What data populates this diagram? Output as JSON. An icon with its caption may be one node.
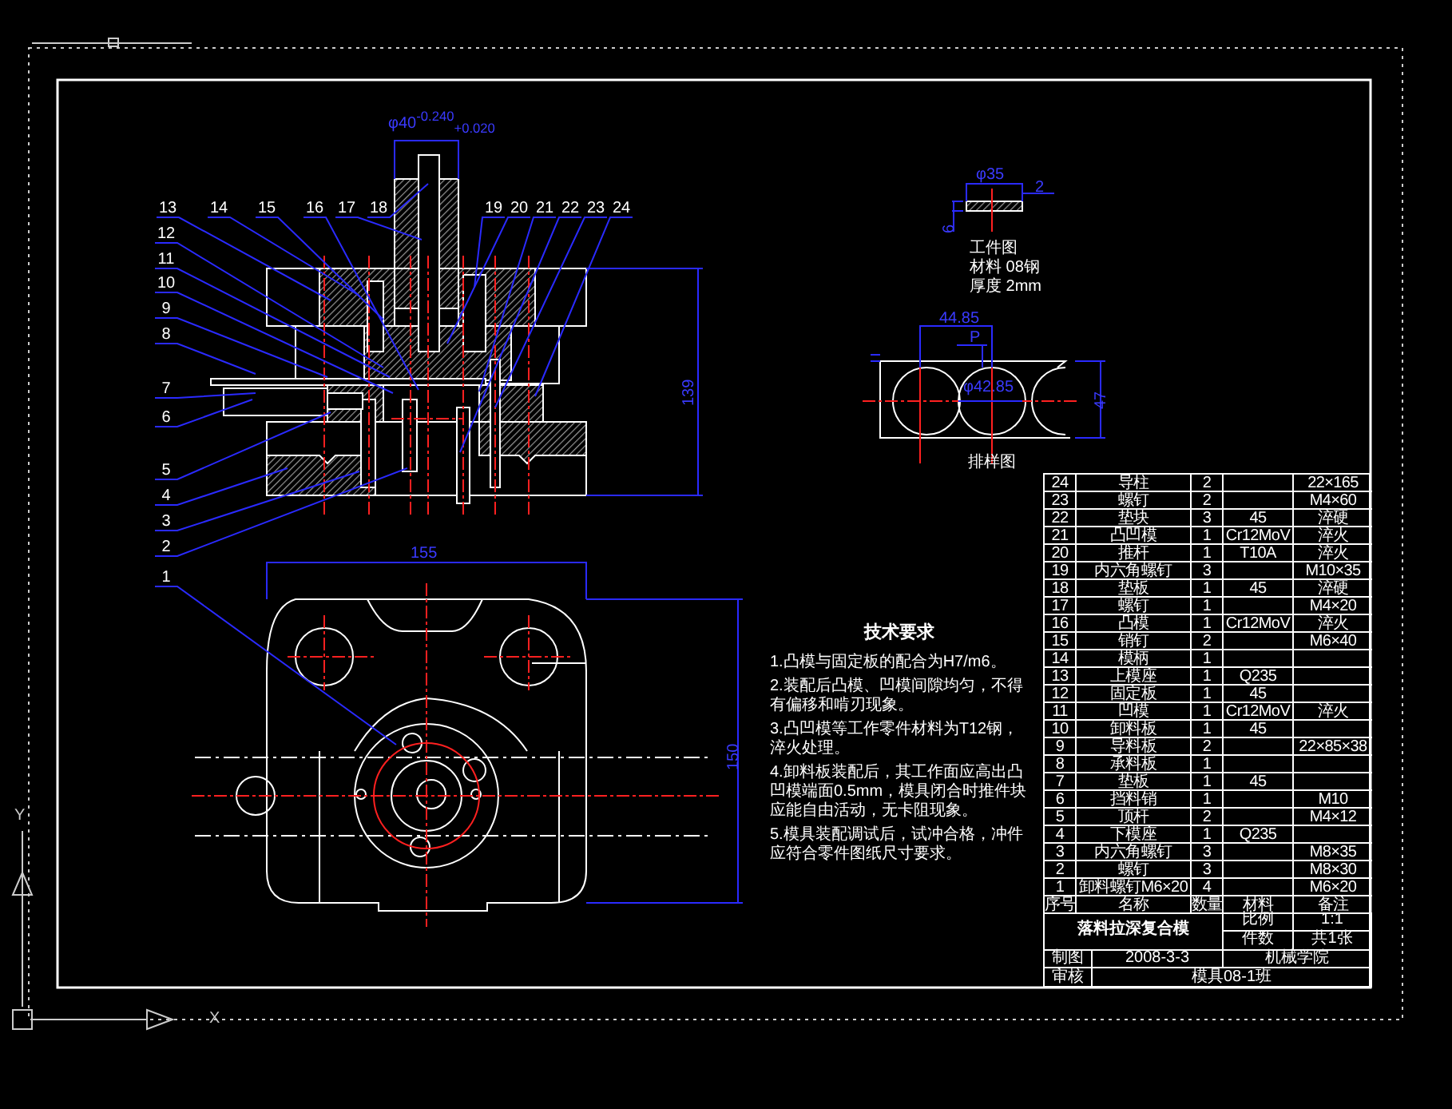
{
  "diagram": {
    "nodes": [
      {
        "text": [
          "13"
        ]
      },
      {
        "text": [
          "14"
        ]
      },
      {
        "text": [
          "15"
        ]
      },
      {
        "text": [
          "16"
        ]
      },
      {
        "text": [
          "17"
        ]
      },
      {
        "text": [
          "18"
        ]
      },
      {
        "text": [
          "19"
        ]
      },
      {
        "text": [
          "20"
        ]
      },
      {
        "text": [
          "21"
        ]
      },
      {
        "text": [
          "22"
        ]
      },
      {
        "text": [
          "23"
        ]
      },
      {
        "text": [
          "24"
        ]
      },
      {
        "text": [
          "12"
        ]
      },
      {
        "text": [
          "11"
        ]
      },
      {
        "text": [
          "10"
        ]
      },
      {
        "text": [
          "9"
        ]
      },
      {
        "text": [
          "8"
        ]
      },
      {
        "text": [
          "7"
        ]
      },
      {
        "text": [
          "6"
        ]
      },
      {
        "text": [
          "5"
        ]
      },
      {
        "text": [
          "4"
        ]
      },
      {
        "text": [
          "3"
        ]
      },
      {
        "text": [
          "2"
        ]
      },
      {
        "text": [
          "1"
        ]
      }
    ],
    "edges": [
      {
        "from": 0,
        "to": null,
        "arrow": "none"
      },
      {
        "from": 1,
        "to": null,
        "arrow": "none"
      },
      {
        "from": 2,
        "to": null,
        "arrow": "none"
      },
      {
        "from": 3,
        "to": null,
        "arrow": "none"
      },
      {
        "from": 4,
        "to": null,
        "arrow": "none"
      },
      {
        "from": 5,
        "to": null,
        "arrow": "none"
      },
      {
        "from": 6,
        "to": null,
        "arrow": "none"
      },
      {
        "from": 7,
        "to": null,
        "arrow": "none"
      },
      {
        "from": 8,
        "to": null,
        "arrow": "none"
      },
      {
        "from": 9,
        "to": null,
        "arrow": "none"
      },
      {
        "from": 10,
        "to": null,
        "arrow": "none"
      },
      {
        "from": 11,
        "to": null,
        "arrow": "none"
      },
      {
        "from": 12,
        "to": null,
        "arrow": "none"
      },
      {
        "from": 13,
        "to": null,
        "arrow": "none"
      },
      {
        "from": 14,
        "to": null,
        "arrow": "none"
      },
      {
        "from": 15,
        "to": null,
        "arrow": "none"
      },
      {
        "from": 16,
        "to": null,
        "arrow": "none"
      },
      {
        "from": 17,
        "to": null,
        "arrow": "none"
      },
      {
        "from": 18,
        "to": null,
        "arrow": "none"
      },
      {
        "from": 19,
        "to": null,
        "arrow": "none"
      },
      {
        "from": 20,
        "to": null,
        "arrow": "none"
      },
      {
        "from": 21,
        "to": null,
        "arrow": "none"
      },
      {
        "from": 22,
        "to": null,
        "arrow": "none"
      },
      {
        "from": 23,
        "to": null,
        "arrow": "none"
      }
    ],
    "labels": [
      "φ40$^{-0.240}$$_{+0.020}$",
      "139",
      "155",
      "150",
      "φ35",
      "2",
      "6",
      "工件图",
      "材料 08钢",
      "厚度 2mm",
      "44.85",
      "P",
      "φ42.85",
      "47",
      "排样图",
      "技术要求",
      "1.凸模与固定板的配合为H7/m6。",
      "2.装配后凸模、凹模间隙均匀，不得有偏移和啃刃现象。",
      "3.凸凹模等工作零件材料为T12钢，淬火处理。",
      "4.卸料板装配后，其工作面应高出凸凹模端面0.5mm，模具闭合时推件块应能自由活动，无卡阻现象。",
      "5.模具装配调试后，试冲合格，冲件应符合零件图纸尺寸要求。",
      "24",
      "导柱",
      "2",
      "22×165",
      "23",
      "螺钉",
      "2",
      "M4×60",
      "22",
      "垫块",
      "3",
      "45",
      "淬硬",
      "21",
      "凸凹模",
      "1",
      "Cr12MoV",
      "淬火",
      "20",
      "推杆",
      "1",
      "T10A",
      "淬火",
      "19",
      "内六角螺钉",
      "3",
      "M10×35",
      "18",
      "垫板",
      "1",
      "45",
      "淬硬",
      "17",
      "螺钉",
      "1",
      "M4×20",
      "16",
      "凸模",
      "1",
      "Cr12MoV",
      "淬火",
      "15",
      "销钉",
      "2",
      "M6×40",
      "14",
      "模柄",
      "1",
      "13",
      "上模座",
      "1",
      "Q235",
      "12",
      "固定板",
      "1",
      "45",
      "11",
      "凹模",
      "1",
      "Cr12MoV",
      "淬火",
      "10",
      "卸料板",
      "1",
      "45",
      "9",
      "导料板",
      "2",
      "22×85×38",
      "8",
      "承料板",
      "1",
      "7",
      "垫板",
      "1",
      "45",
      "6",
      "挡料销",
      "1",
      "M10",
      "5",
      "顶杆",
      "2",
      "M4×12",
      "4",
      "下模座",
      "1",
      "Q235",
      "3",
      "内六角螺钉",
      "3",
      "M8×35",
      "2",
      "螺钉",
      "3",
      "M8×30",
      "1",
      "卸料螺钉M6×20",
      "4",
      "M6×20",
      "序号",
      "名称",
      "数量",
      "材料",
      "备注",
      "落料拉深复合模",
      "比例",
      "1:1",
      "件数",
      "共1张",
      "制图",
      "2008-3-3",
      "机械学院",
      "审核",
      "模具08-1班",
      "Y",
      "X"
    ]
  }
}
